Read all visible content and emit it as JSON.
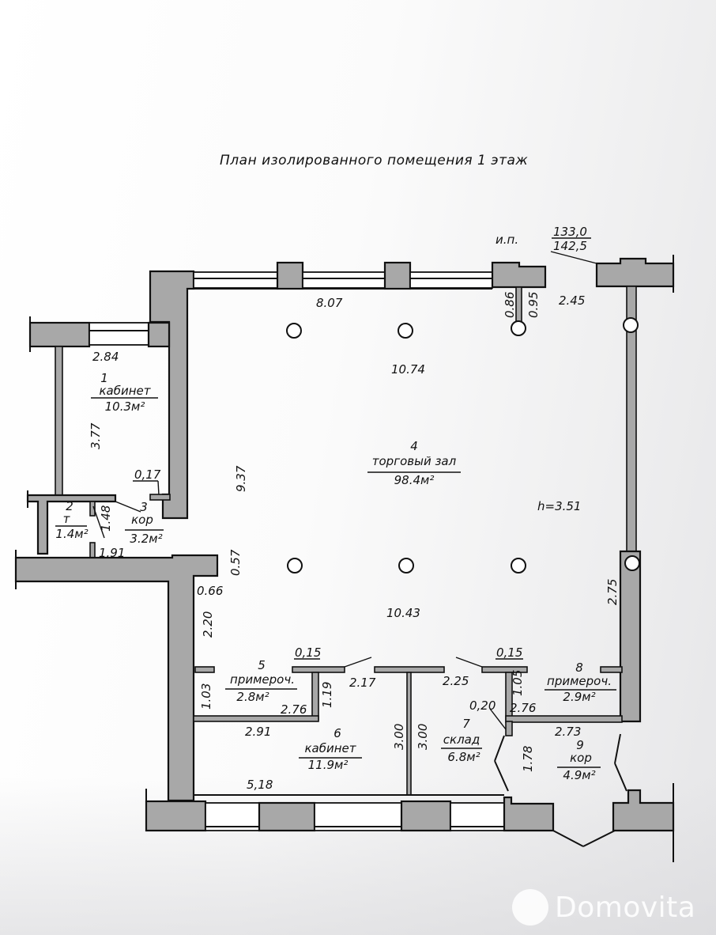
{
  "document": {
    "title": "План изолированного помещения  1 этаж"
  },
  "plan": {
    "labels": {
      "ip": "и.п.",
      "area_total_top": "133,0",
      "area_total_bottom": "142,5",
      "ceiling_height": "h=3.51"
    },
    "rooms": [
      {
        "number": "1",
        "name": "кабинет",
        "area": "10.3м²"
      },
      {
        "number": "2",
        "name": "т",
        "area": "1.4м²"
      },
      {
        "number": "3",
        "name": "кор",
        "area": "3.2м²"
      },
      {
        "number": "4",
        "name": "торговый зал",
        "area": "98.4м²"
      },
      {
        "number": "5",
        "name": "примероч.",
        "area": "2.8м²"
      },
      {
        "number": "6",
        "name": "кабинет",
        "area": "11.9м²"
      },
      {
        "number": "7",
        "name": "склад",
        "area": "6.8м²"
      },
      {
        "number": "8",
        "name": "примероч.",
        "area": "2.9м²"
      },
      {
        "number": "9",
        "name": "кор",
        "area": "4.9м²"
      }
    ],
    "dimensions": {
      "d_8_07": "8.07",
      "d_0_86": "0.86",
      "d_0_95": "0.95",
      "d_2_45": "2.45",
      "d_2_84": "2.84",
      "d_10_74": "10.74",
      "d_3_77": "3.77",
      "d_0_17": "0,17",
      "d_9_37": "9.37",
      "d_1_48": "1.48",
      "d_1_91": "1.91",
      "d_0_57": "0.57",
      "d_0_66": "0.66",
      "d_2_20": "2.20",
      "d_10_43": "10.43",
      "d_2_75": "2.75",
      "d_0_15_left": "0,15",
      "d_0_15_right": "0,15",
      "d_1_03": "1.03",
      "d_1_19": "1.19",
      "d_2_76_left": "2.76",
      "d_2_17": "2.17",
      "d_2_25": "2.25",
      "d_1_05": "1.05",
      "d_0_20": "0,20",
      "d_2_76_right": "2.76",
      "d_2_91": "2.91",
      "d_3_00_left": "3.00",
      "d_3_00_right": "3.00",
      "d_2_73": "2.73",
      "d_1_78": "1.78",
      "d_5_18": "5,18"
    }
  },
  "watermark": {
    "text": "Domovita"
  }
}
